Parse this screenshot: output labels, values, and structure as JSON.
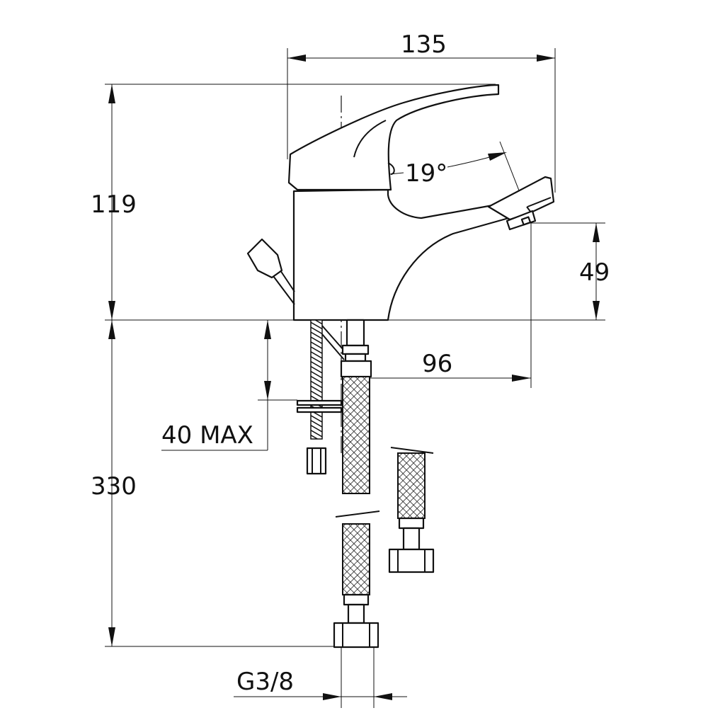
{
  "dimensions": {
    "width_total": "135",
    "height_upper": "119",
    "angle": "19°",
    "spout_height": "49",
    "spout_reach": "96",
    "thickness_max": "40 MAX",
    "hose_length": "330",
    "thread": "G3/8"
  }
}
